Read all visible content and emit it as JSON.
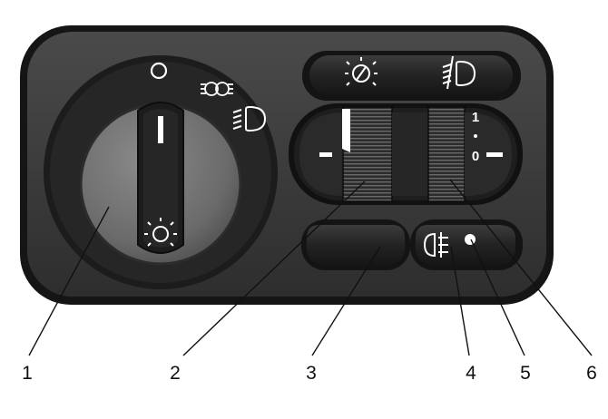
{
  "wheel_labels": {
    "top": "1",
    "bottom": "0"
  },
  "callouts": [
    "1",
    "2",
    "3",
    "4",
    "5",
    "6"
  ],
  "icons": {
    "knob_off": "off-circle-icon",
    "knob_parking": "parking-lights-icon",
    "knob_low_beam": "low-beam-icon",
    "knob_interior": "instrument-light-icon",
    "top_left_button": "panel-light-icon",
    "top_right_button": "headlight-leveling-icon",
    "rear_fog_button": "rear-fog-icon",
    "rear_fog_indicator": "indicator-dot-icon"
  },
  "colors": {
    "panel": "#3a3a3a",
    "panel_edge": "#151515",
    "bezel": "#202020",
    "knob": "#6f6f6f",
    "symbol": "#ffffff"
  }
}
